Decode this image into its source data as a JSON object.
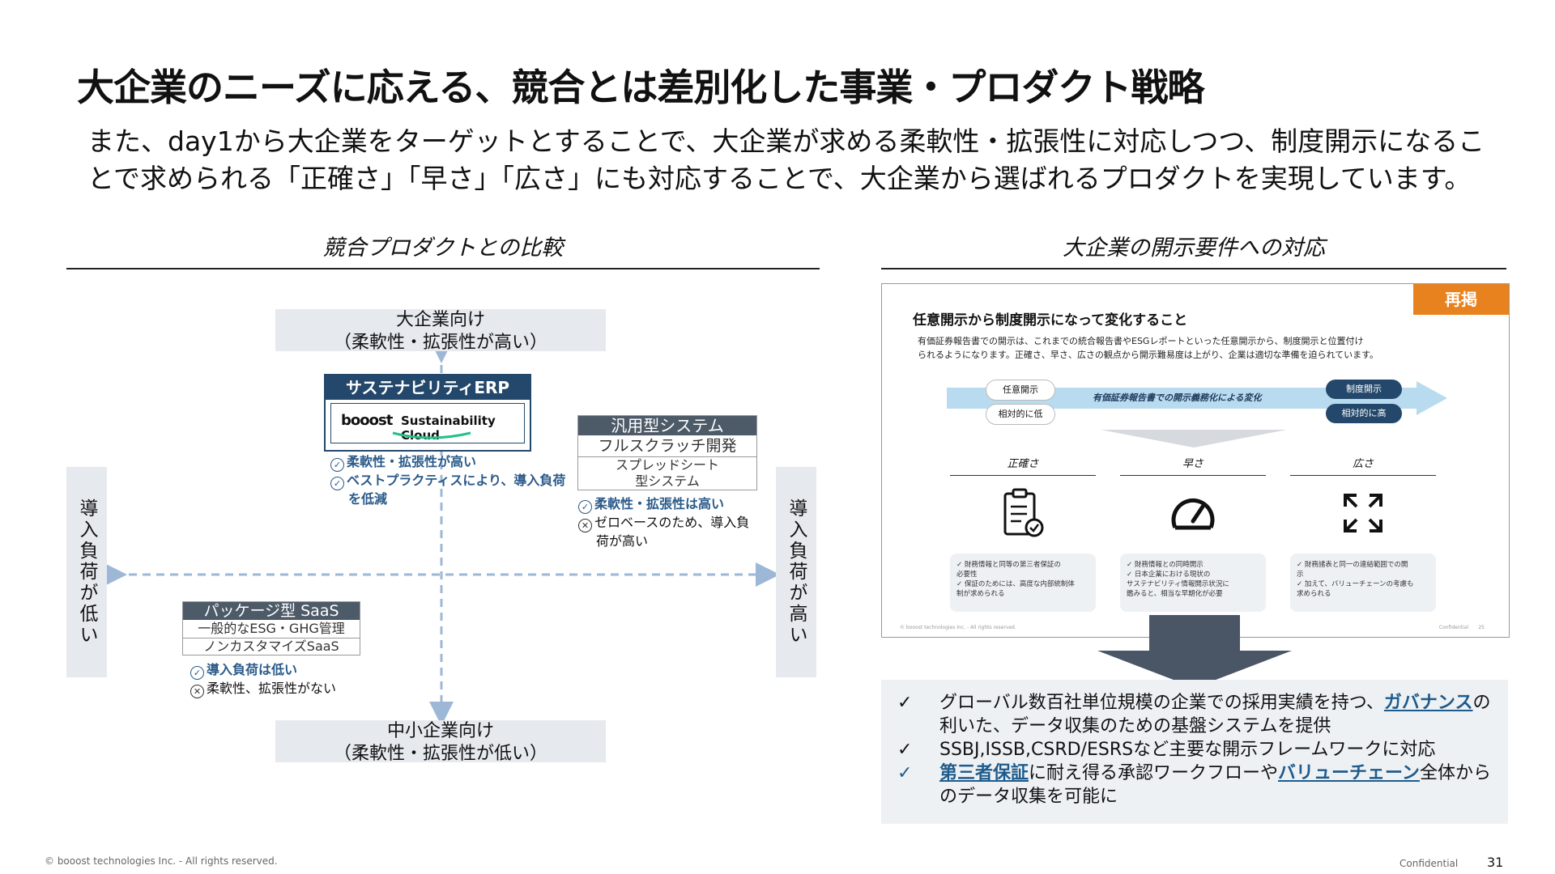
{
  "title": "大企業のニーズに応える、競合とは差別化した事業・プロダクト戦略",
  "lead": "また、day1から大企業をターゲットとすることで、大企業が求める柔軟性・拡張性に対応しつつ、制度開示になることで求められる「正確さ」「早さ」「広さ」にも対応することで、大企業から選ばれるプロダクトを実現しています。",
  "left": {
    "heading": "競合プロダクトとの比較",
    "top_axis": [
      "大企業向け",
      "（柔軟性・拡張性が高い）"
    ],
    "bottom_axis": [
      "中小企業向け",
      "（柔軟性・拡張性が低い）"
    ],
    "left_axis": "導入負荷が低い",
    "right_axis": "導入負荷が高い",
    "erp": {
      "header": "サステナビリティERP",
      "logo": "booost",
      "product": "Sustainability Cloud",
      "features": [
        "柔軟性・拡張性が高い",
        "ベストプラクティスにより、導入負荷",
        "を低減"
      ]
    },
    "general": {
      "header": "汎用型システム",
      "rows": [
        "フルスクラッチ開発",
        "スプレッドシート",
        "型システム"
      ],
      "pro": "柔軟性・拡張性は高い",
      "con": [
        "ゼロベースのため、導入負",
        "荷が高い"
      ]
    },
    "package": {
      "header": "パッケージ型 SaaS",
      "rows": [
        "一般的なESG・GHG管理",
        "ノンカスタマイズSaaS"
      ],
      "pro": "導入負荷は低い",
      "con": "柔軟性、拡張性がない"
    }
  },
  "right": {
    "heading": "大企業の開示要件への対応",
    "card": {
      "tag": "再掲",
      "title": "任意開示から制度開示になって変化すること",
      "desc": [
        "有価証券報告書での開示は、これまでの統合報告書やESGレポートといった任意開示から、制度開示と位置付け",
        "られるようになります。正確さ、早さ、広さの観点から開示難易度は上がり、企業は適切な準備を迫られています。"
      ],
      "arrow_label": "有価証券報告書での開示義務化による変化",
      "left_pills": [
        "任意開示",
        "相対的に低"
      ],
      "right_pills": [
        "制度開示",
        "相対的に高"
      ],
      "columns": [
        {
          "head": "正確さ",
          "lines": [
            "✓ 財務情報と同等の第三者保証の",
            "必要性",
            "✓ 保証のためには、高度な内部統制体",
            "制が求められる"
          ]
        },
        {
          "head": "早さ",
          "lines": [
            "✓ 財務情報との同時開示",
            "✓ 日本企業における現状の",
            "サステナビリティ情報開示状況に",
            "鑑みると、相当な早期化が必要"
          ]
        },
        {
          "head": "広さ",
          "lines": [
            "✓ 財務諸表と同一の連結範囲での開",
            "示",
            "✓ 加えて、バリューチェーンの考慮も",
            "求められる"
          ]
        }
      ],
      "footer_left": "© booost technologies Inc. - All rights reserved.",
      "footer_right": "Confidential",
      "footer_page": "25"
    },
    "bullets": [
      {
        "check": "✓",
        "segments": [
          {
            "t": "グローバル数百社単位規模の企業での採用実績を持つ、"
          },
          {
            "t": "ガバナンス",
            "u": true
          },
          {
            "t": "の利いた、データ収集のための基盤システムを提供"
          }
        ]
      },
      {
        "check": "✓",
        "segments": [
          {
            "t": "SSBJ,ISSB,CSRD/ESRSなど主要な開示フレームワークに対応"
          }
        ]
      },
      {
        "check": "✓",
        "segments": [
          {
            "t": "第三者保証",
            "u": true
          },
          {
            "t": "に耐え得る承認ワークフローや"
          },
          {
            "t": "バリューチェーン",
            "u": true
          },
          {
            "t": "全体からのデータ収集を可能に"
          }
        ]
      }
    ]
  },
  "footer": {
    "copyright": "© booost technologies Inc. - All rights reserved.",
    "confidential": "Confidential",
    "page": "31"
  },
  "colors": {
    "navy": "#24486b",
    "orange": "#e8821f",
    "light_gray": "#e6e9ee",
    "arrow": "#4a5566"
  }
}
